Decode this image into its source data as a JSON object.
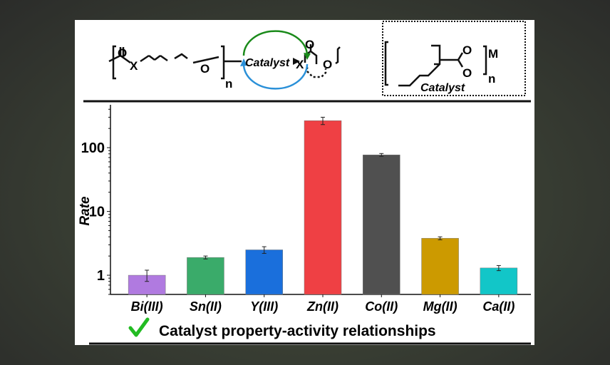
{
  "scheme": {
    "catalyst_label": "Catalyst",
    "box_catalyst_label": "Catalyst",
    "atom_O": "O",
    "atom_X": "X",
    "atom_M": "M",
    "subscript_n": "n"
  },
  "footer": {
    "check_icon": "green-checkmark-icon",
    "text": "Catalyst property-activity relationships"
  },
  "chart_data": {
    "type": "bar",
    "title": "",
    "xlabel": "",
    "ylabel": "Rate",
    "yscale": "log",
    "ylim": [
      0.5,
      470
    ],
    "yticks": [
      1,
      10,
      100
    ],
    "ytick_labels": [
      "1",
      "10",
      "100"
    ],
    "categories": [
      "Bi(III)",
      "Sn(II)",
      "Y(III)",
      "Zn(II)",
      "Co(II)",
      "Mg(II)",
      "Ca(II)"
    ],
    "values": [
      1.0,
      1.9,
      2.5,
      265,
      77,
      3.8,
      1.3
    ],
    "errors": [
      0.2,
      0.1,
      0.3,
      35,
      4,
      0.2,
      0.12
    ],
    "colors": [
      "#b07ae0",
      "#3aab6a",
      "#1a6fdc",
      "#ef4044",
      "#505050",
      "#cc9a00",
      "#12c6c8"
    ],
    "grid": false,
    "legend": "none"
  }
}
